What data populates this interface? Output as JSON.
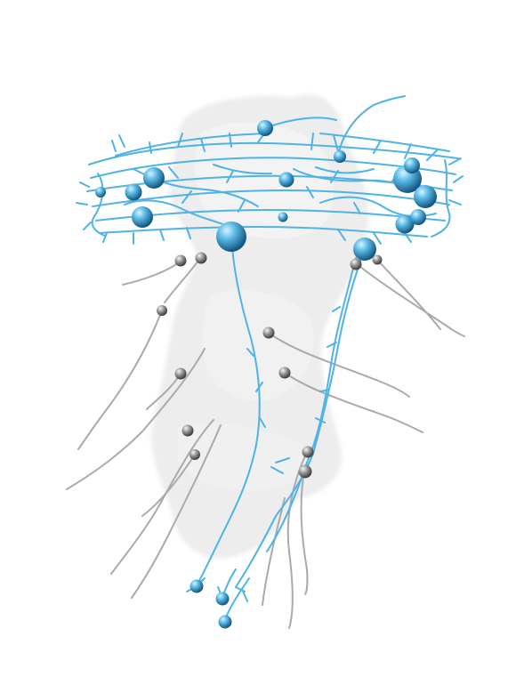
{
  "scene": {
    "background": "#ffffff",
    "colors": {
      "blue_neuron": "#4fb3e6",
      "blue_soma_light": "#bfe9ff",
      "blue_soma_dark": "#1a6fa3",
      "gray_neuron": "#a9a9a9",
      "gray_soma_light": "#f2f2f2",
      "gray_soma_dark": "#555555",
      "brain_volume": "#d9d9d9"
    },
    "icons": [
      "brain-volume",
      "neuron-soma-sphere",
      "neuron-arbor"
    ]
  }
}
